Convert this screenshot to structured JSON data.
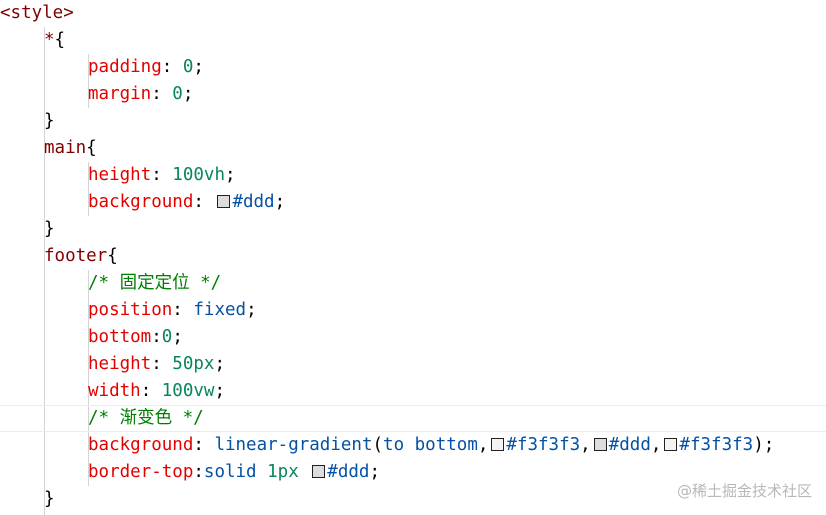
{
  "editor": {
    "colors": {
      "tag": "#800000",
      "selector": "#800000",
      "property": "#e50000",
      "number": "#098658",
      "value": "#0451a5",
      "comment": "#008000"
    },
    "lines": [
      {
        "indent": 0,
        "tokens": [
          {
            "t": "tag",
            "v": "<style>"
          }
        ]
      },
      {
        "indent": 1,
        "tokens": [
          {
            "t": "sel",
            "v": "*"
          },
          {
            "t": "brace",
            "v": "{"
          }
        ]
      },
      {
        "indent": 2,
        "tokens": [
          {
            "t": "prop",
            "v": "padding"
          },
          {
            "t": "punc",
            "v": ": "
          },
          {
            "t": "num",
            "v": "0"
          },
          {
            "t": "punc",
            "v": ";"
          }
        ]
      },
      {
        "indent": 2,
        "tokens": [
          {
            "t": "prop",
            "v": "margin"
          },
          {
            "t": "punc",
            "v": ": "
          },
          {
            "t": "num",
            "v": "0"
          },
          {
            "t": "punc",
            "v": ";"
          }
        ]
      },
      {
        "indent": 1,
        "tokens": [
          {
            "t": "brace",
            "v": "}"
          }
        ]
      },
      {
        "indent": 1,
        "tokens": [
          {
            "t": "sel",
            "v": "main"
          },
          {
            "t": "brace",
            "v": "{"
          }
        ]
      },
      {
        "indent": 2,
        "tokens": [
          {
            "t": "prop",
            "v": "height"
          },
          {
            "t": "punc",
            "v": ": "
          },
          {
            "t": "num",
            "v": "100vh"
          },
          {
            "t": "punc",
            "v": ";"
          }
        ]
      },
      {
        "indent": 2,
        "tokens": [
          {
            "t": "prop",
            "v": "background"
          },
          {
            "t": "punc",
            "v": ": "
          },
          {
            "t": "swatch",
            "color": "#dddddd"
          },
          {
            "t": "val",
            "v": "#ddd"
          },
          {
            "t": "punc",
            "v": ";"
          }
        ]
      },
      {
        "indent": 1,
        "tokens": [
          {
            "t": "brace",
            "v": "}"
          }
        ]
      },
      {
        "indent": 1,
        "tokens": [
          {
            "t": "sel",
            "v": "footer"
          },
          {
            "t": "brace",
            "v": "{"
          }
        ]
      },
      {
        "indent": 2,
        "tokens": [
          {
            "t": "comment",
            "v": "/* 固定定位 */"
          }
        ]
      },
      {
        "indent": 2,
        "tokens": [
          {
            "t": "prop",
            "v": "position"
          },
          {
            "t": "punc",
            "v": ": "
          },
          {
            "t": "val",
            "v": "fixed"
          },
          {
            "t": "punc",
            "v": ";"
          }
        ]
      },
      {
        "indent": 2,
        "tokens": [
          {
            "t": "prop",
            "v": "bottom"
          },
          {
            "t": "punc",
            "v": ":"
          },
          {
            "t": "num",
            "v": "0"
          },
          {
            "t": "punc",
            "v": ";"
          }
        ]
      },
      {
        "indent": 2,
        "tokens": [
          {
            "t": "prop",
            "v": "height"
          },
          {
            "t": "punc",
            "v": ": "
          },
          {
            "t": "num",
            "v": "50px"
          },
          {
            "t": "punc",
            "v": ";"
          }
        ]
      },
      {
        "indent": 2,
        "tokens": [
          {
            "t": "prop",
            "v": "width"
          },
          {
            "t": "punc",
            "v": ": "
          },
          {
            "t": "num",
            "v": "100vw"
          },
          {
            "t": "punc",
            "v": ";"
          }
        ]
      },
      {
        "indent": 2,
        "current": true,
        "tokens": [
          {
            "t": "comment",
            "v": "/* 渐变色 */"
          }
        ]
      },
      {
        "indent": 2,
        "tokens": [
          {
            "t": "prop",
            "v": "background"
          },
          {
            "t": "punc",
            "v": ": "
          },
          {
            "t": "val",
            "v": "linear-gradient"
          },
          {
            "t": "punc",
            "v": "("
          },
          {
            "t": "val",
            "v": "to bottom"
          },
          {
            "t": "punc",
            "v": ","
          },
          {
            "t": "swatch",
            "color": "#f3f3f3"
          },
          {
            "t": "val",
            "v": "#f3f3f3"
          },
          {
            "t": "punc",
            "v": ","
          },
          {
            "t": "swatch",
            "color": "#dddddd"
          },
          {
            "t": "val",
            "v": "#ddd"
          },
          {
            "t": "punc",
            "v": ","
          },
          {
            "t": "swatch",
            "color": "#f3f3f3"
          },
          {
            "t": "val",
            "v": "#f3f3f3"
          },
          {
            "t": "punc",
            "v": ");"
          }
        ]
      },
      {
        "indent": 2,
        "tokens": [
          {
            "t": "prop",
            "v": "border-top"
          },
          {
            "t": "punc",
            "v": ":"
          },
          {
            "t": "val",
            "v": "solid"
          },
          {
            "t": "punc",
            "v": " "
          },
          {
            "t": "num",
            "v": "1px"
          },
          {
            "t": "punc",
            "v": " "
          },
          {
            "t": "swatch",
            "color": "#dddddd"
          },
          {
            "t": "val",
            "v": "#ddd"
          },
          {
            "t": "punc",
            "v": ";"
          }
        ]
      },
      {
        "indent": 1,
        "tokens": [
          {
            "t": "brace",
            "v": "}"
          }
        ]
      }
    ]
  },
  "watermark": "@稀土掘金技术社区"
}
